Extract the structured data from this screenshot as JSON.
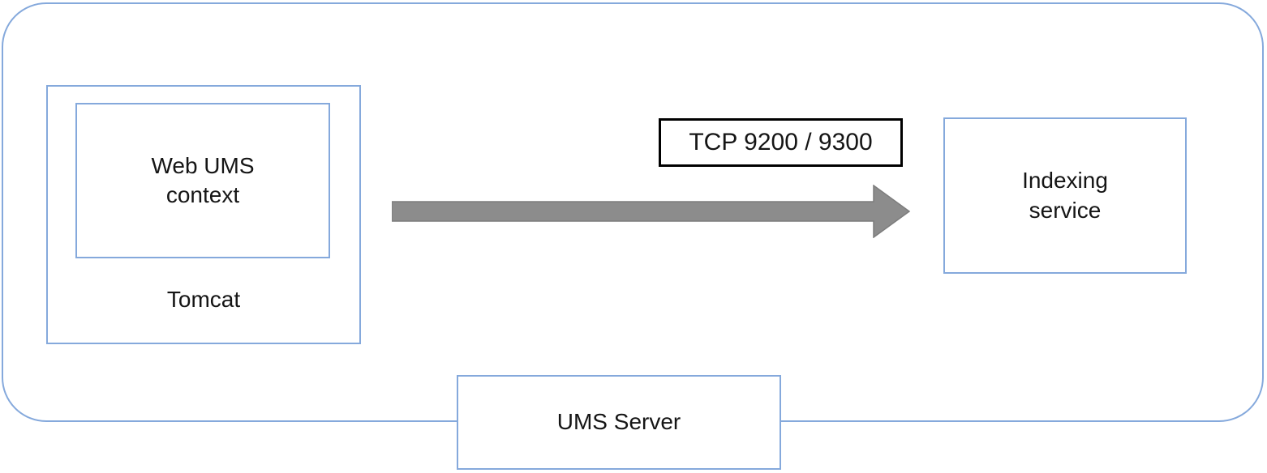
{
  "diagram": {
    "ums_server": {
      "label": "UMS Server"
    },
    "tomcat": {
      "label": "Tomcat",
      "web_ums_context": {
        "label": "Web UMS context"
      }
    },
    "indexing_service": {
      "label": "Indexing service"
    },
    "connection": {
      "label": "TCP 9200 / 9300",
      "direction": "left-to-right",
      "from": "Web UMS context",
      "to": "Indexing service"
    },
    "colors": {
      "box_border": "#85a9dc",
      "label_border": "#000000",
      "arrow_fill": "#8c8c8c",
      "arrow_stroke": "#7d7d7d",
      "text": "#151515",
      "background": "#ffffff"
    }
  }
}
